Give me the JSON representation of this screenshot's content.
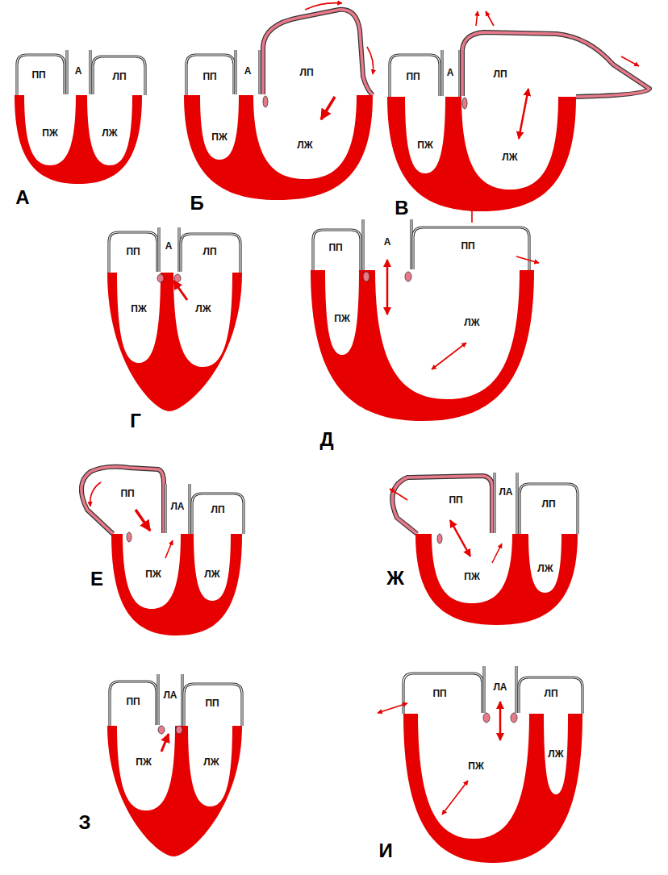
{
  "diagram": {
    "labels": [
      "ПП",
      "А",
      "ЛП",
      "ПЖ",
      "ЛЖ",
      "А",
      "ПП",
      "А",
      "ЛП",
      "ПЖ",
      "ЛЖ",
      "Б",
      "ПП",
      "А",
      "ЛП",
      "ПЖ",
      "ЛЖ",
      "В",
      "ПП",
      "А",
      "ЛП",
      "ПЖ",
      "ЛЖ",
      "Г",
      "ПП",
      "А",
      "ПП",
      "ПЖ",
      "ЛЖ",
      "Д",
      "ПП",
      "ЛА",
      "ЛП",
      "ПЖ",
      "ЛЖ",
      "Е",
      "ПП",
      "ЛА",
      "ЛП",
      "ПЖ",
      "ЛЖ",
      "Ж",
      "ПП",
      "ЛА",
      "ПП",
      "ПЖ",
      "ЛЖ",
      "З",
      "ПП",
      "ЛА",
      "ЛП",
      "ПЖ",
      "ЛЖ",
      "И"
    ]
  }
}
